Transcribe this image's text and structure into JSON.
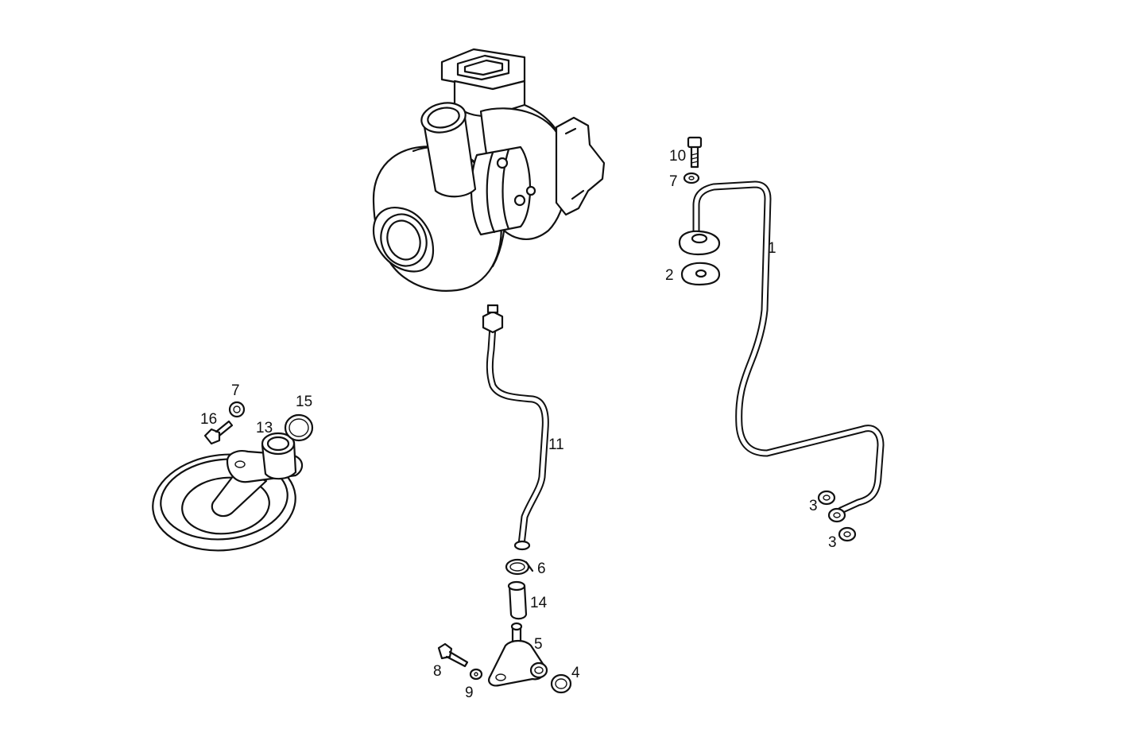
{
  "callouts": [
    {
      "id": "1",
      "label": "1"
    },
    {
      "id": "2",
      "label": "2"
    },
    {
      "id": "3a",
      "label": "3"
    },
    {
      "id": "3b",
      "label": "3"
    },
    {
      "id": "4",
      "label": "4"
    },
    {
      "id": "5",
      "label": "5"
    },
    {
      "id": "6",
      "label": "6"
    },
    {
      "id": "7a",
      "label": "7"
    },
    {
      "id": "7b",
      "label": "7"
    },
    {
      "id": "8",
      "label": "8"
    },
    {
      "id": "9",
      "label": "9"
    },
    {
      "id": "10",
      "label": "10"
    },
    {
      "id": "11",
      "label": "11"
    },
    {
      "id": "13",
      "label": "13"
    },
    {
      "id": "14",
      "label": "14"
    },
    {
      "id": "15",
      "label": "15"
    },
    {
      "id": "16",
      "label": "16"
    }
  ]
}
